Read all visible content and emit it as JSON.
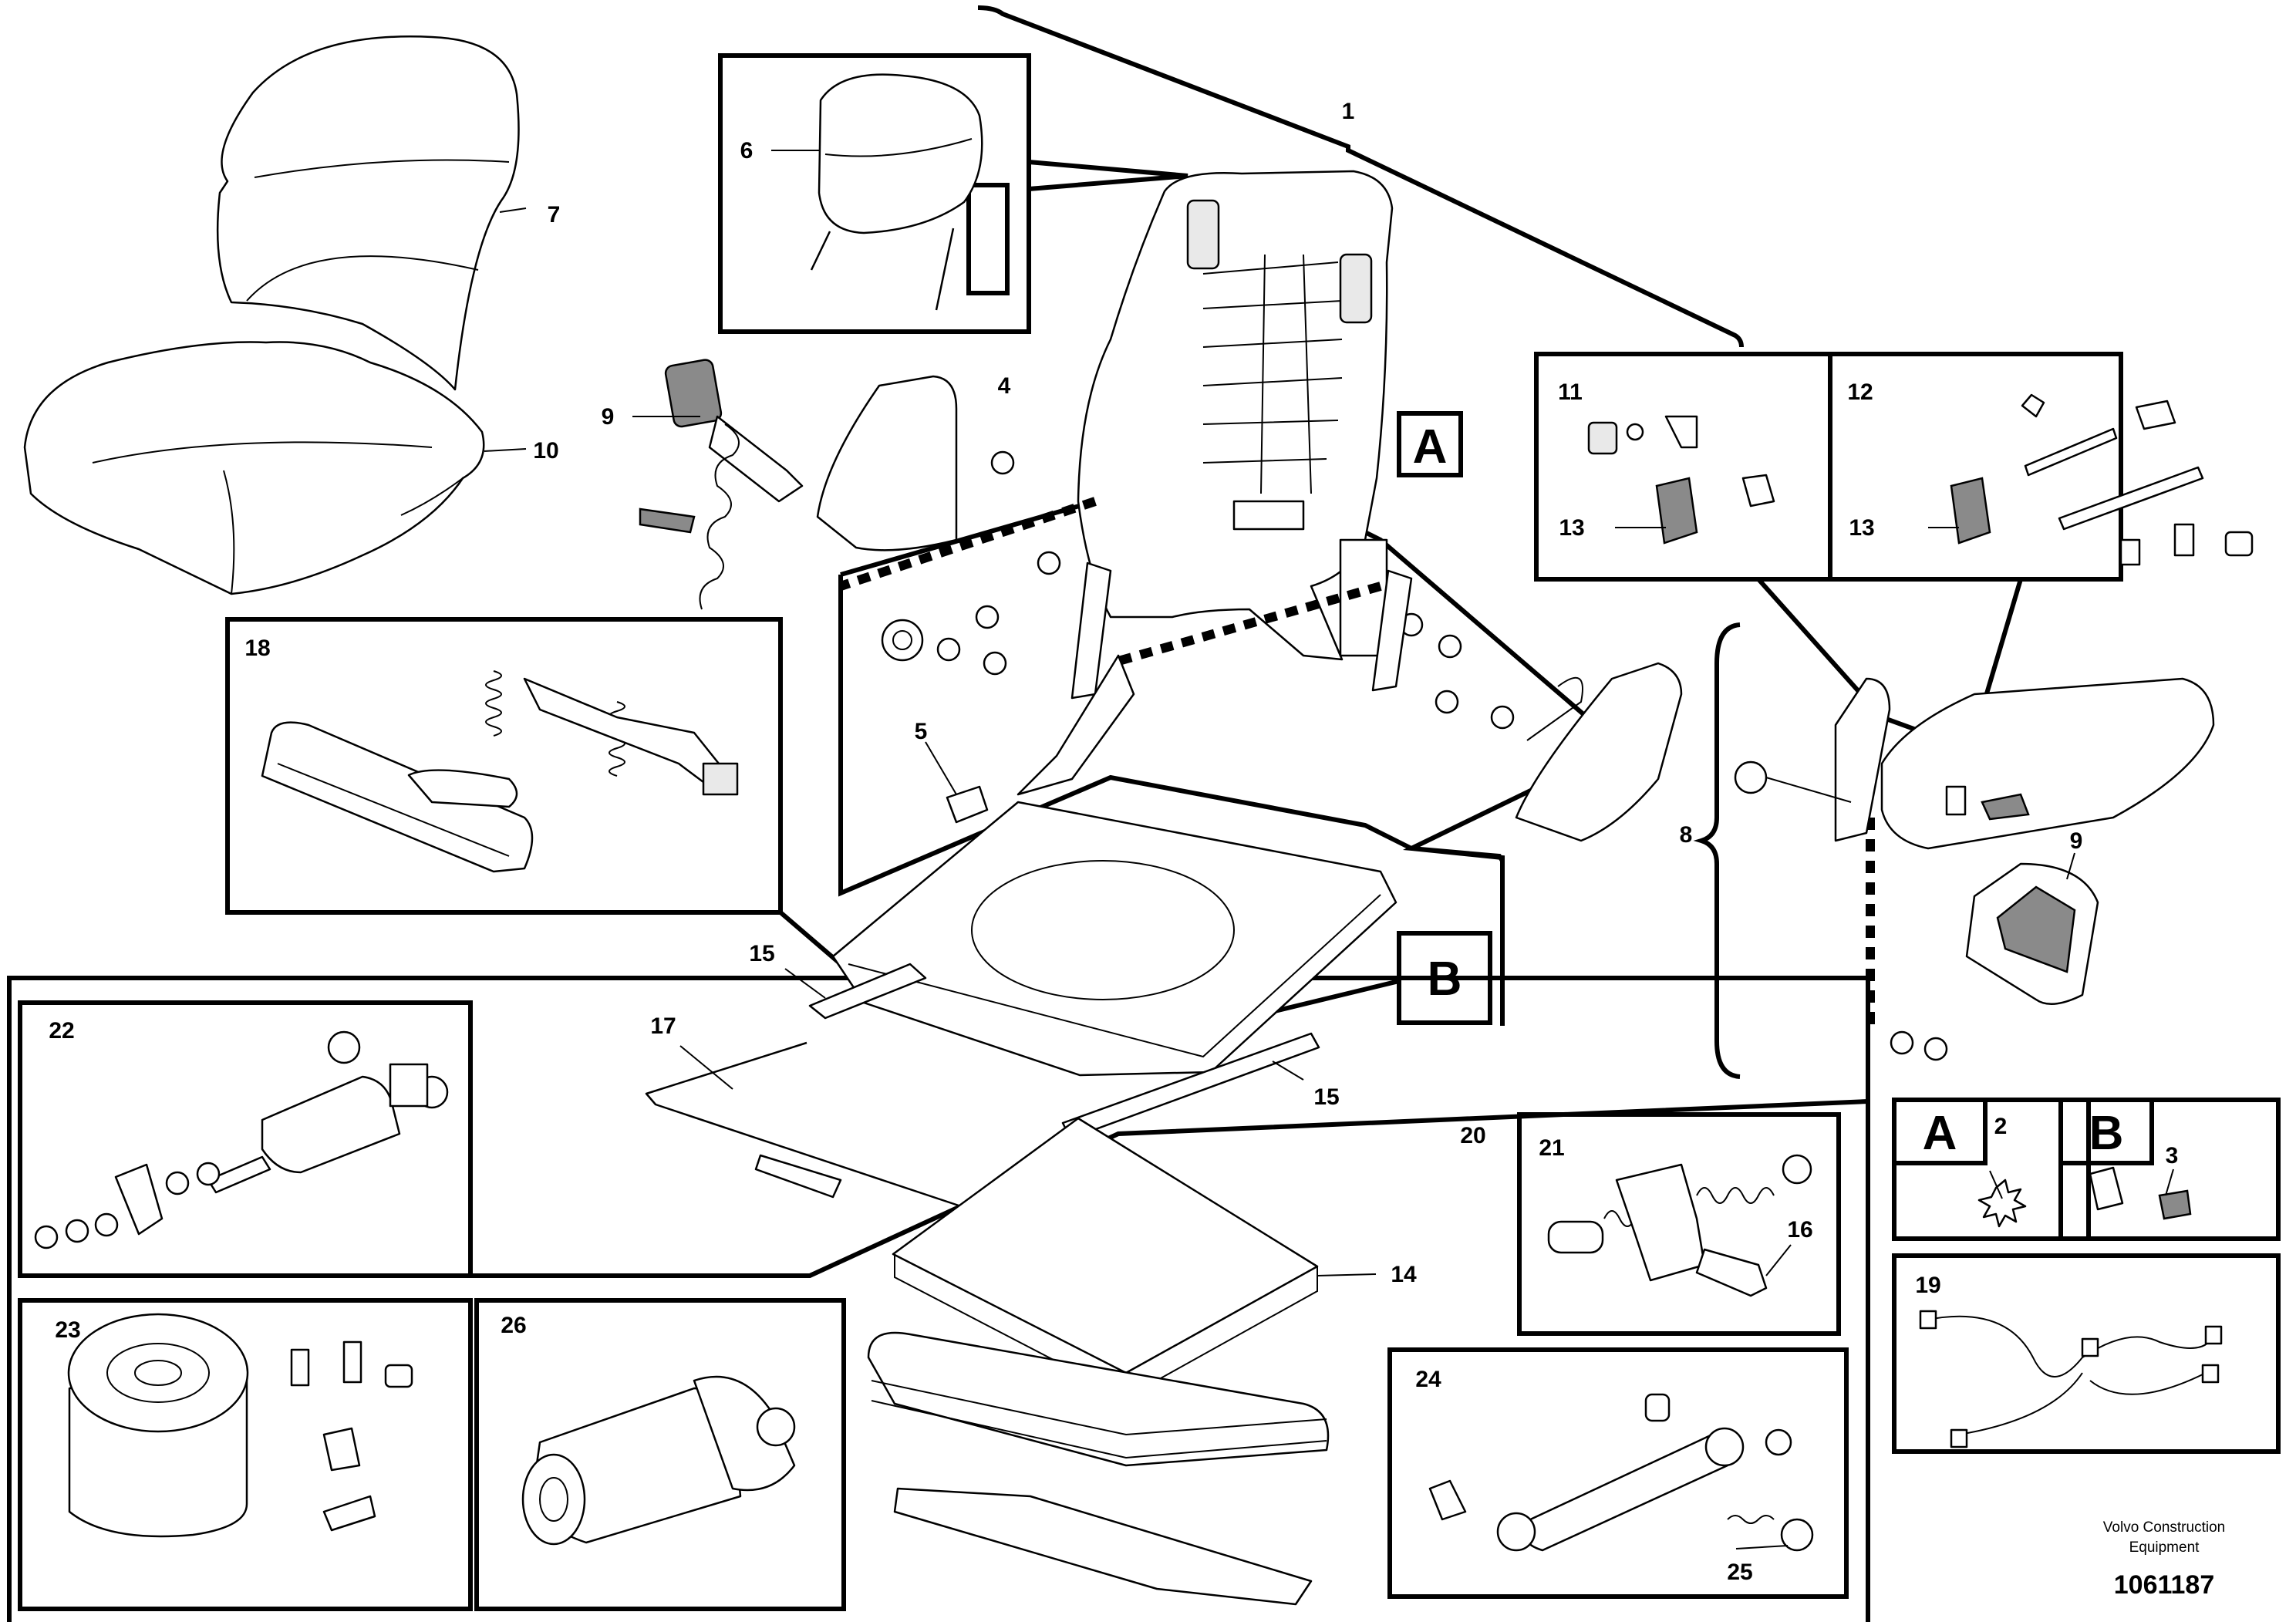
{
  "callouts": {
    "c1": "1",
    "c2": "2",
    "c3": "3",
    "c4": "4",
    "c5": "5",
    "c6": "6",
    "c7": "7",
    "c8": "8",
    "c9a": "9",
    "c9b": "9",
    "c10": "10",
    "c11": "11",
    "c12": "12",
    "c13a": "13",
    "c13b": "13",
    "c14": "14",
    "c15a": "15",
    "c15b": "15",
    "c16": "16",
    "c17": "17",
    "c18": "18",
    "c19": "19",
    "c20": "20",
    "c21": "21",
    "c22": "22",
    "c23": "23",
    "c24": "24",
    "c25": "25",
    "c26": "26"
  },
  "detail_letters": {
    "a_main": "A",
    "b_main": "B",
    "a_box": "A",
    "b_box": "B"
  },
  "footer": {
    "credit_line1": "Volvo Construction",
    "credit_line2": "Equipment",
    "part_number": "1061187"
  }
}
